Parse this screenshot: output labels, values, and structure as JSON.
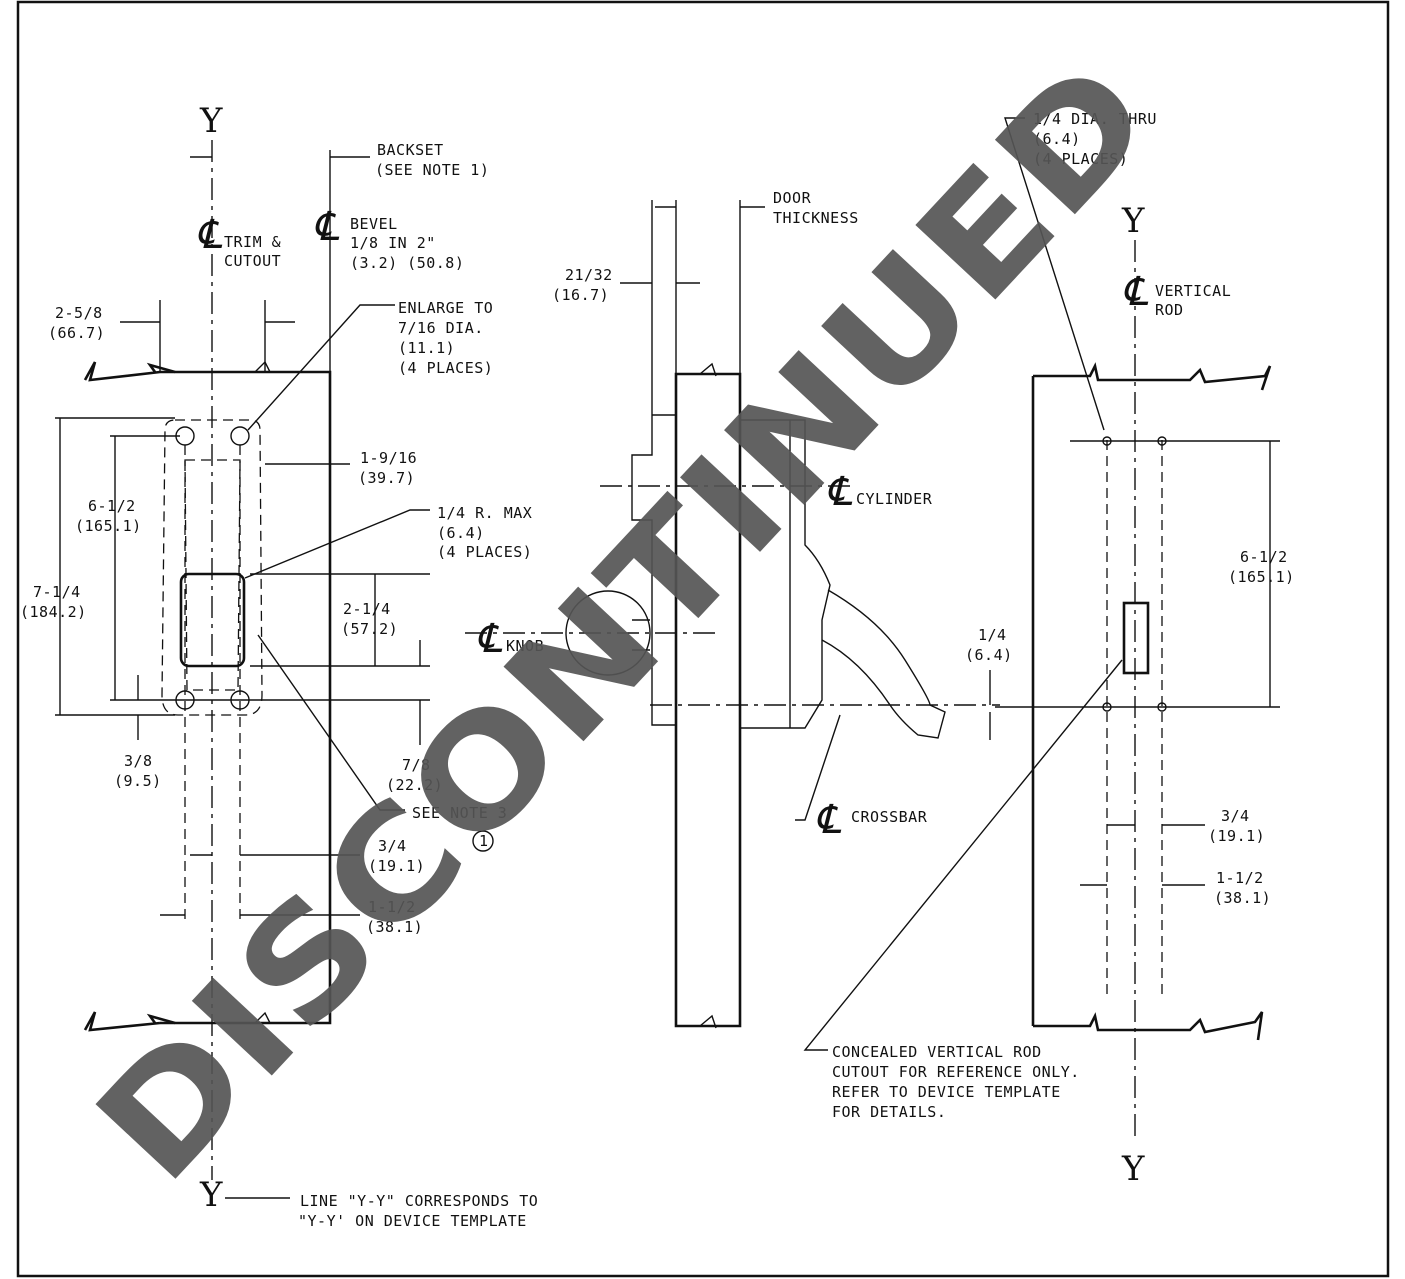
{
  "y_label": "Y",
  "centerline_symbol": "℄",
  "watermark": "DISCONTINUED",
  "watermark_color": "#555555",
  "labels": {
    "backset": "BACKSET",
    "see_note_1": "(SEE NOTE 1)",
    "trim_cutout_1": "TRIM &",
    "trim_cutout_2": "CUTOUT",
    "bevel_1": "BEVEL",
    "bevel_2": "1/8 IN 2\"",
    "bevel_3": "(3.2) (50.8)",
    "d_2_5_8": "2-5/8",
    "d_66_7": "(66.7)",
    "enlarge_1": "ENLARGE TO",
    "enlarge_2": "7/16 DIA.",
    "enlarge_3": "(11.1)",
    "enlarge_4": "(4 PLACES)",
    "d_1_9_16": "1-9/16",
    "d_39_7": "(39.7)",
    "d_6_1_2_left": "6-1/2",
    "d_165_1_left": "(165.1)",
    "radius_1": "1/4 R. MAX",
    "radius_2": "(6.4)",
    "radius_3": "(4 PLACES)",
    "d_7_1_4": "7-1/4",
    "d_184_2": "(184.2)",
    "d_2_1_4": "2-1/4",
    "d_57_2": "(57.2)",
    "d_3_8": "3/8",
    "d_9_5": "(9.5)",
    "d_7_8": "7/8",
    "d_22_2": "(22.2)",
    "see_note_3": "SEE NOTE 3",
    "note_circle": "1",
    "d_3_4_left": "3/4",
    "d_19_1_left": "(19.1)",
    "d_1_1_2_left": "1-1/2",
    "d_38_1_left": "(38.1)",
    "line_yy_1": "LINE \"Y-Y\" CORRESPONDS TO",
    "line_yy_2": "\"Y-Y' ON DEVICE TEMPLATE",
    "door_1": "DOOR",
    "door_2": "THICKNESS",
    "d_21_32": "21/32",
    "d_16_7": "(16.7)",
    "cylinder": "CYLINDER",
    "knob": "KNOB",
    "crossbar": "CROSSBAR",
    "d_1_4": "1/4",
    "d_6_4": "(6.4)",
    "dia_thru_1": "1/4 DIA. THRU",
    "dia_thru_2": "(6.4)",
    "dia_thru_3": "(4 PLACES)",
    "vertical_1": "VERTICAL",
    "vertical_2": "ROD",
    "d_6_1_2_right": "6-1/2",
    "d_165_1_right": "(165.1)",
    "d_3_4_right": "3/4",
    "d_19_1_right": "(19.1)",
    "d_1_1_2_right": "1-1/2",
    "d_38_1_right": "(38.1)",
    "concealed_1": "CONCEALED VERTICAL ROD",
    "concealed_2": "CUTOUT FOR REFERENCE ONLY.",
    "concealed_3": "REFER TO DEVICE TEMPLATE",
    "concealed_4": "FOR DETAILS."
  }
}
